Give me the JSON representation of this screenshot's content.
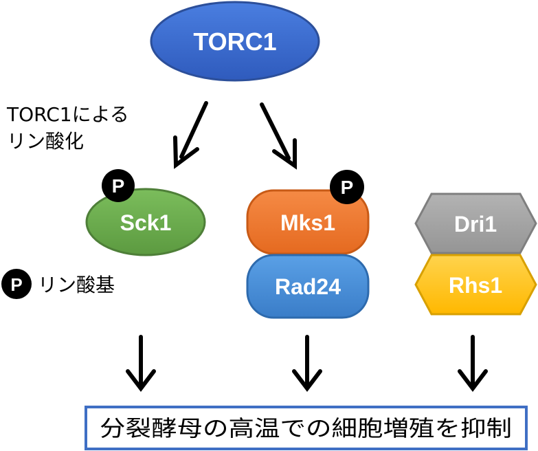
{
  "nodes": {
    "torc1": {
      "label": "TORC1",
      "fill": "#3a67c9",
      "stroke": "#2c4f9a"
    },
    "sck1": {
      "label": "Sck1",
      "fill": "#6aa84f",
      "stroke": "#4e7f38"
    },
    "mks1": {
      "label": "Mks1",
      "fill": "#f07a32",
      "stroke": "#c85a16"
    },
    "rad24": {
      "label": "Rad24",
      "fill": "#4a8fd6",
      "stroke": "#2d6aad"
    },
    "dri1": {
      "label": "Dri1",
      "fill": "#a6a6a6",
      "stroke": "#7f7f7f"
    },
    "rhs1": {
      "label": "Rhs1",
      "fill": "#ffc000",
      "stroke": "#d8a000"
    }
  },
  "phospho_badge": "P",
  "annotation": {
    "line1": "TORC1による",
    "line2": "リン酸化"
  },
  "legend": {
    "badge": "P",
    "text": "リン酸基"
  },
  "outcome": {
    "text": "分裂酵母の高温での細胞増殖を抑制",
    "border": "#3f6fc4"
  }
}
